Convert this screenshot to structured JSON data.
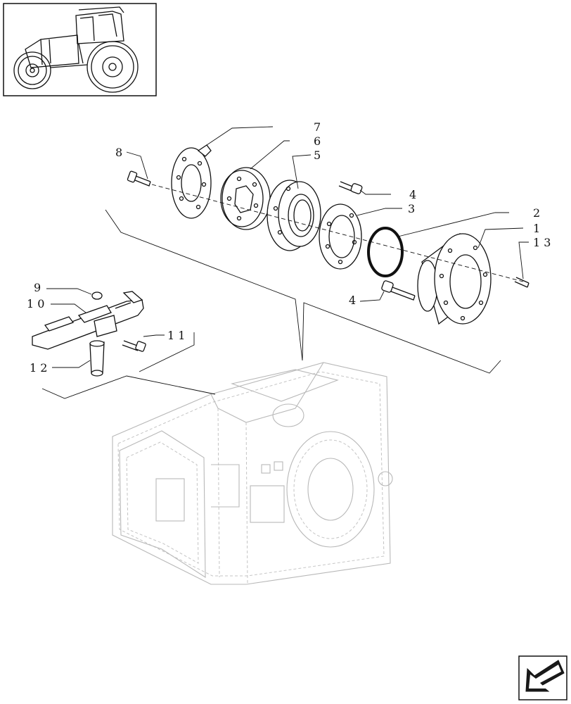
{
  "callouts": [
    {
      "id": "p1",
      "text": "1"
    },
    {
      "id": "p2",
      "text": "2"
    },
    {
      "id": "p3",
      "text": "3"
    },
    {
      "id": "p4a",
      "text": "4"
    },
    {
      "id": "p4b",
      "text": "4"
    },
    {
      "id": "p5",
      "text": "5"
    },
    {
      "id": "p6",
      "text": "6"
    },
    {
      "id": "p7",
      "text": "7"
    },
    {
      "id": "p8",
      "text": "8"
    },
    {
      "id": "p9",
      "text": "9"
    },
    {
      "id": "p10",
      "text": "1 0"
    },
    {
      "id": "p11",
      "text": "1 1"
    },
    {
      "id": "p12",
      "text": "1 2"
    },
    {
      "id": "p13",
      "text": "1 3"
    }
  ],
  "icons": {
    "thumbnail": "tractor-thumbnail-icon",
    "navigation": "next-page-arrow-icon"
  },
  "colors": {
    "ink": "#111111",
    "ghost": "#b8b8b8",
    "arrow_fill": "#1a1a1a"
  }
}
